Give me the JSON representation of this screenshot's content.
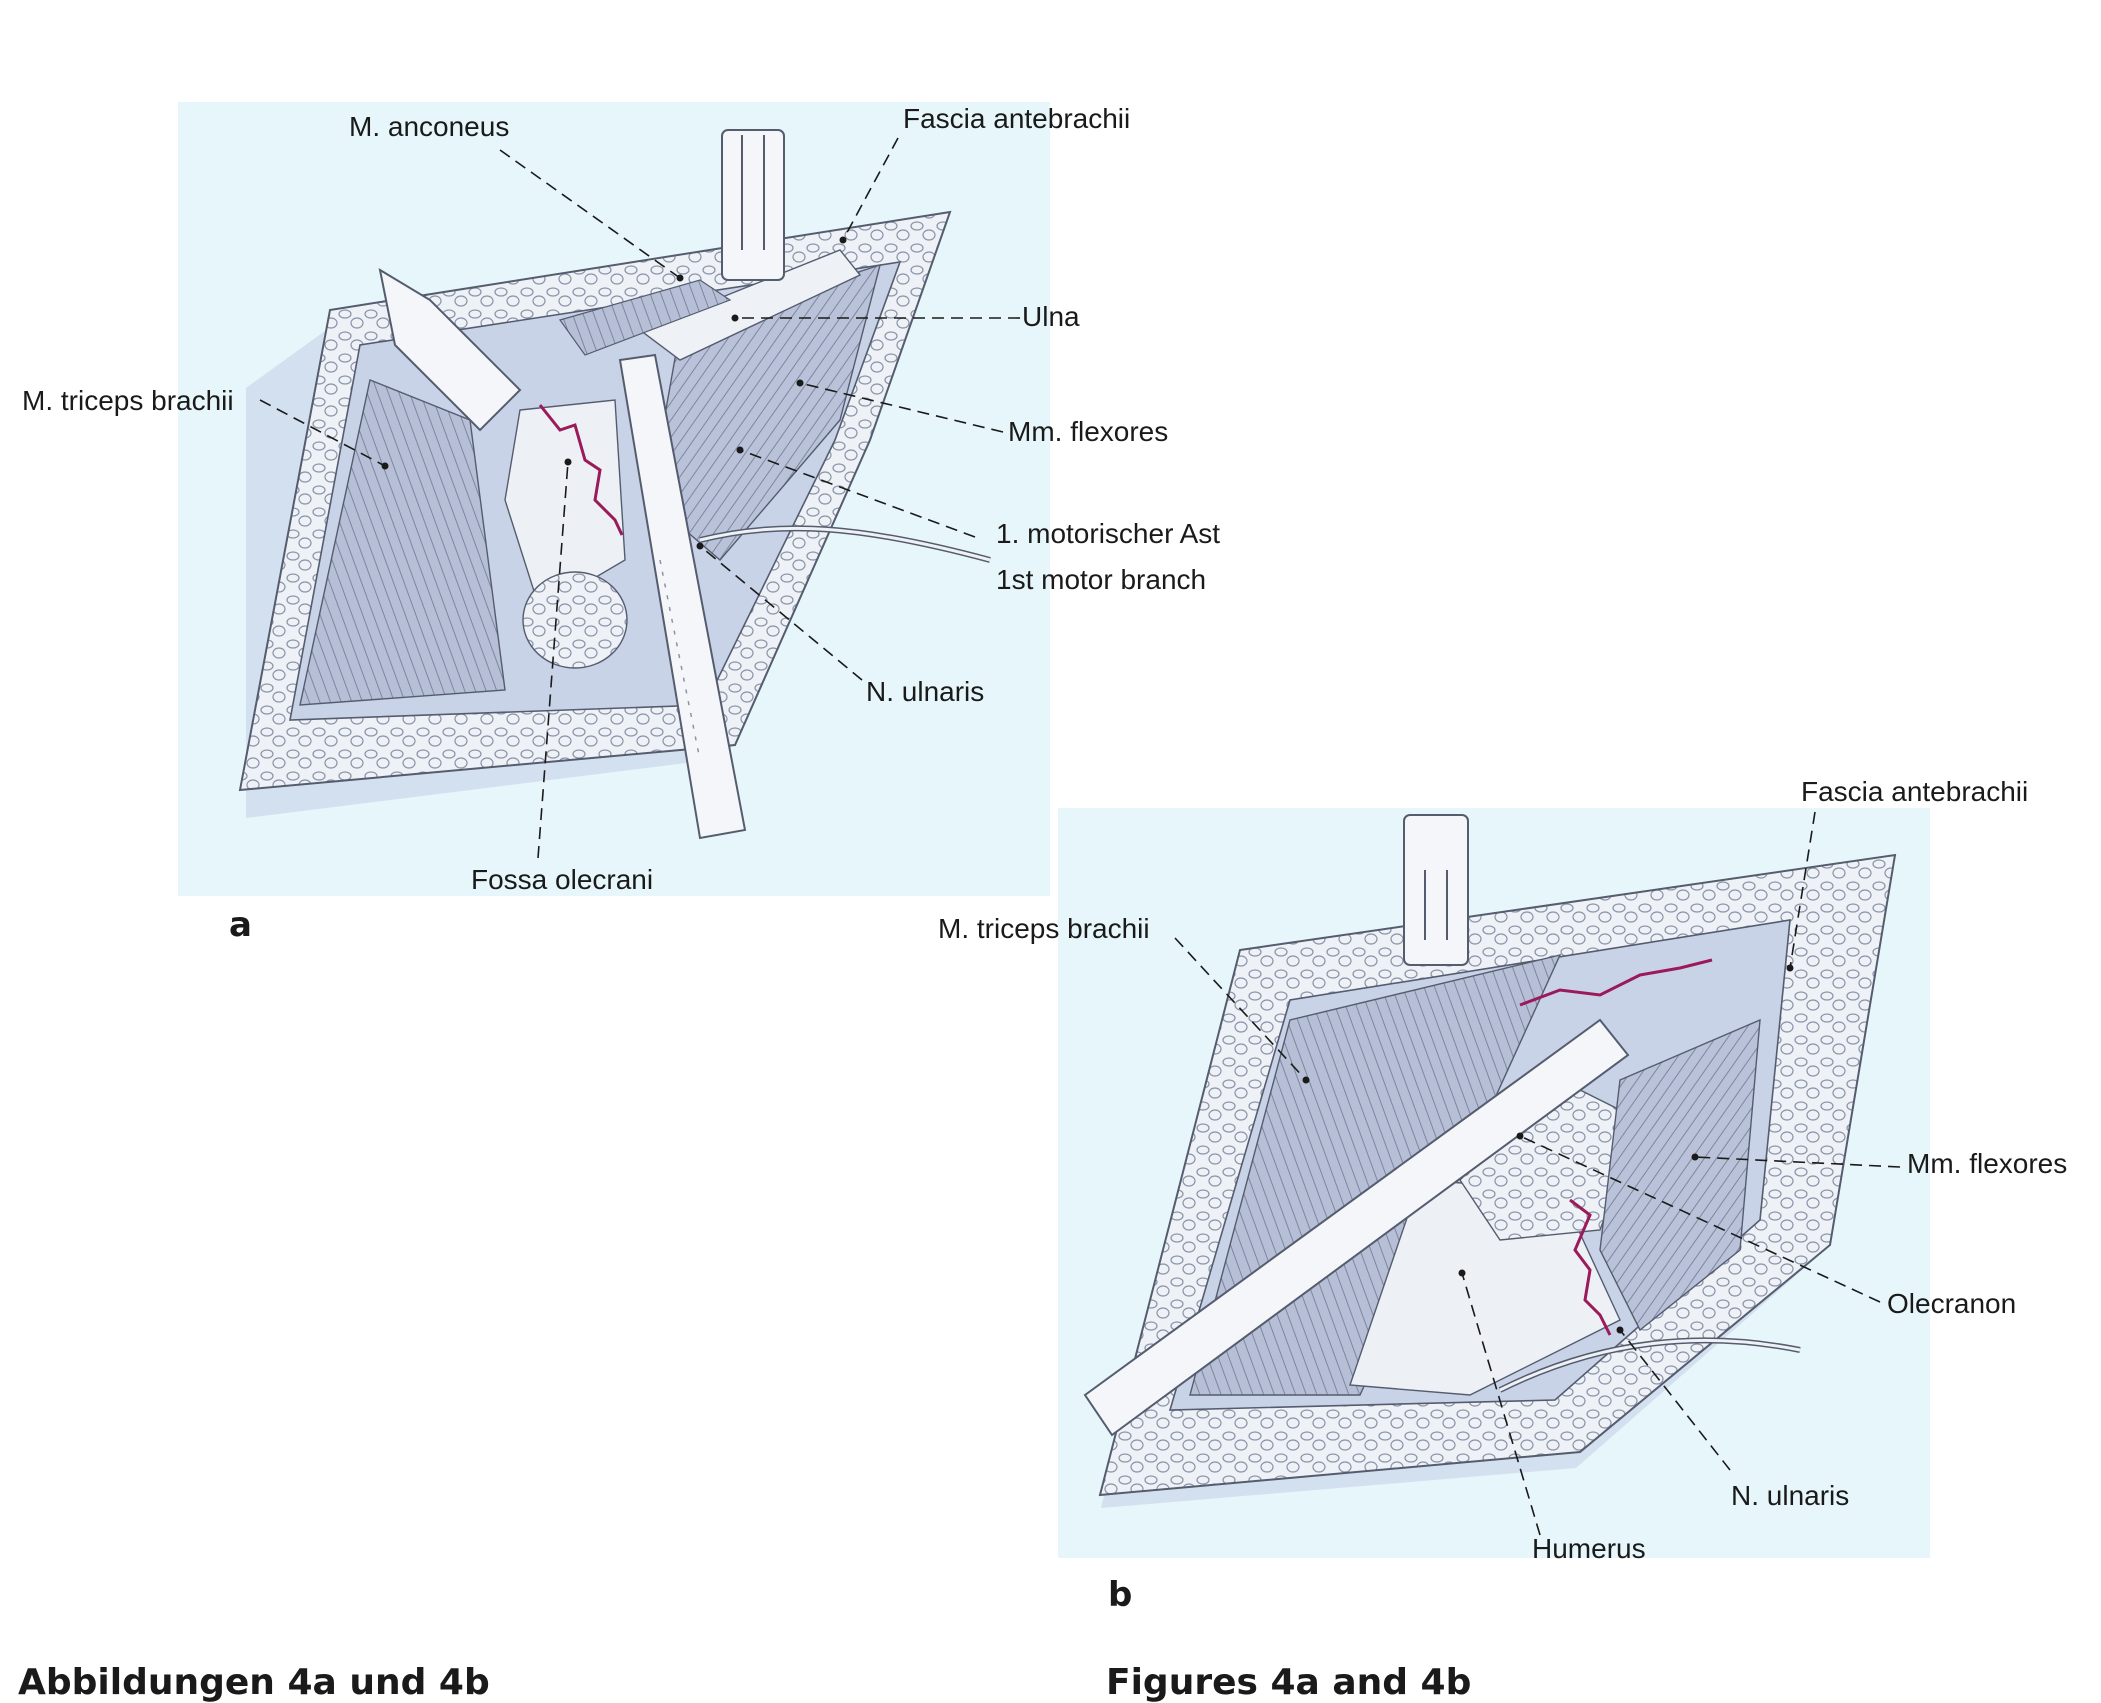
{
  "figure_a": {
    "letter": "a",
    "labels": {
      "m_anconeus": "M. anconeus",
      "fascia_antebrachii": "Fascia antebrachii",
      "ulna": "Ulna",
      "m_triceps_brachii": "M. triceps brachii",
      "mm_flexores": "Mm. flexores",
      "motorischer_ast": "1. motorischer Ast",
      "motor_branch": "1st motor branch",
      "n_ulnaris": "N. ulnaris",
      "fossa_olecrani": "Fossa olecrani"
    }
  },
  "figure_b": {
    "letter": "b",
    "labels": {
      "fascia_antebrachii": "Fascia antebrachii",
      "m_triceps_brachii": "M. triceps brachii",
      "mm_flexores": "Mm. flexores",
      "olecranon": "Olecranon",
      "n_ulnaris": "N. ulnaris",
      "humerus": "Humerus"
    }
  },
  "captions": {
    "german": "Abbildungen 4a und 4b",
    "english": "Figures 4a and 4b"
  },
  "colors": {
    "background_tint": "#e6f6fa",
    "wound_fill": "#c9d3e8",
    "fracture_line": "#9b1a5a"
  }
}
